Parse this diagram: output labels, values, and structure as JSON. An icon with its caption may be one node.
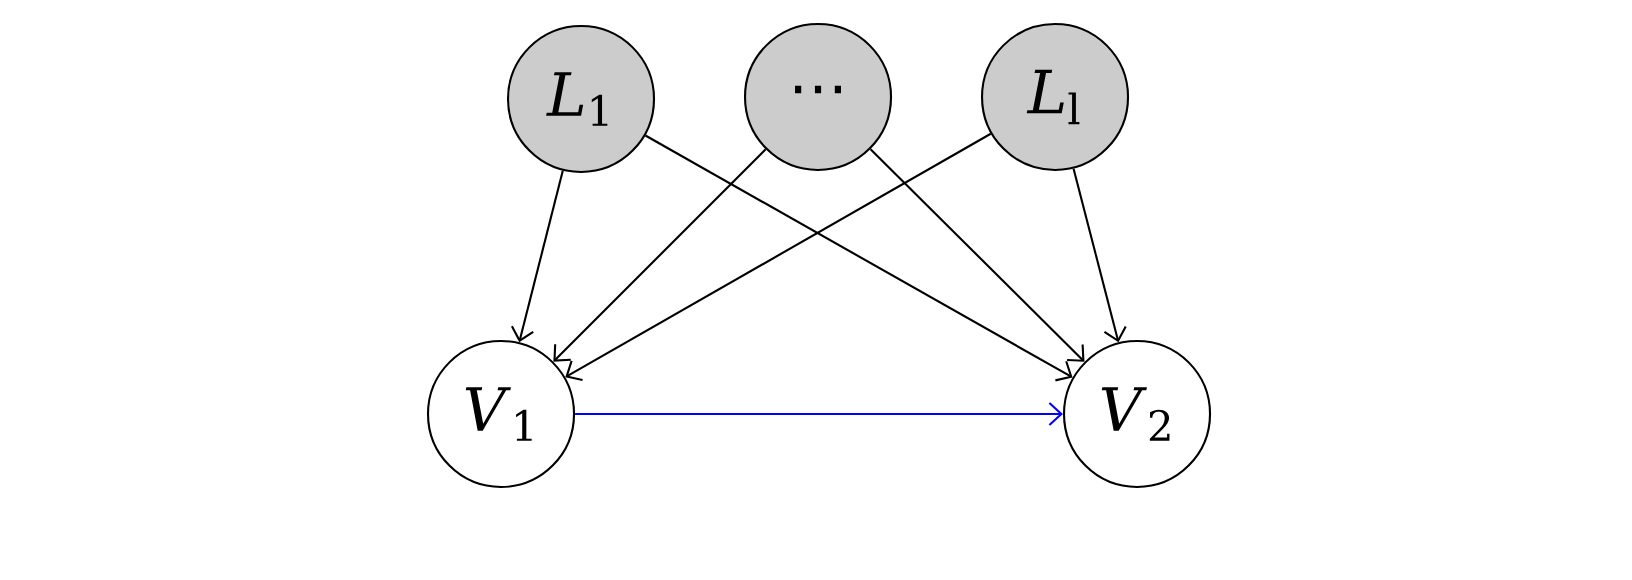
{
  "diagram": {
    "nodes": [
      {
        "text": [
          "*L*$_{1}$"
        ]
      },
      {
        "text": [
          "⋯"
        ]
      },
      {
        "text": [
          "*L*$_{l}$"
        ]
      },
      {
        "text": [
          "*V*$_{1}$"
        ]
      },
      {
        "text": [
          "*V*$_{2}$"
        ]
      }
    ],
    "edges": [
      {
        "from": 0,
        "to": 3,
        "arrow": "to"
      },
      {
        "from": 0,
        "to": 4,
        "arrow": "to"
      },
      {
        "from": 1,
        "to": 3,
        "arrow": "to"
      },
      {
        "from": 1,
        "to": 4,
        "arrow": "to"
      },
      {
        "from": 2,
        "to": 3,
        "arrow": "to"
      },
      {
        "from": 2,
        "to": 4,
        "arrow": "to"
      },
      {
        "from": 3,
        "to": 4,
        "arrow": "to",
        "color": "#0000ff"
      }
    ]
  }
}
